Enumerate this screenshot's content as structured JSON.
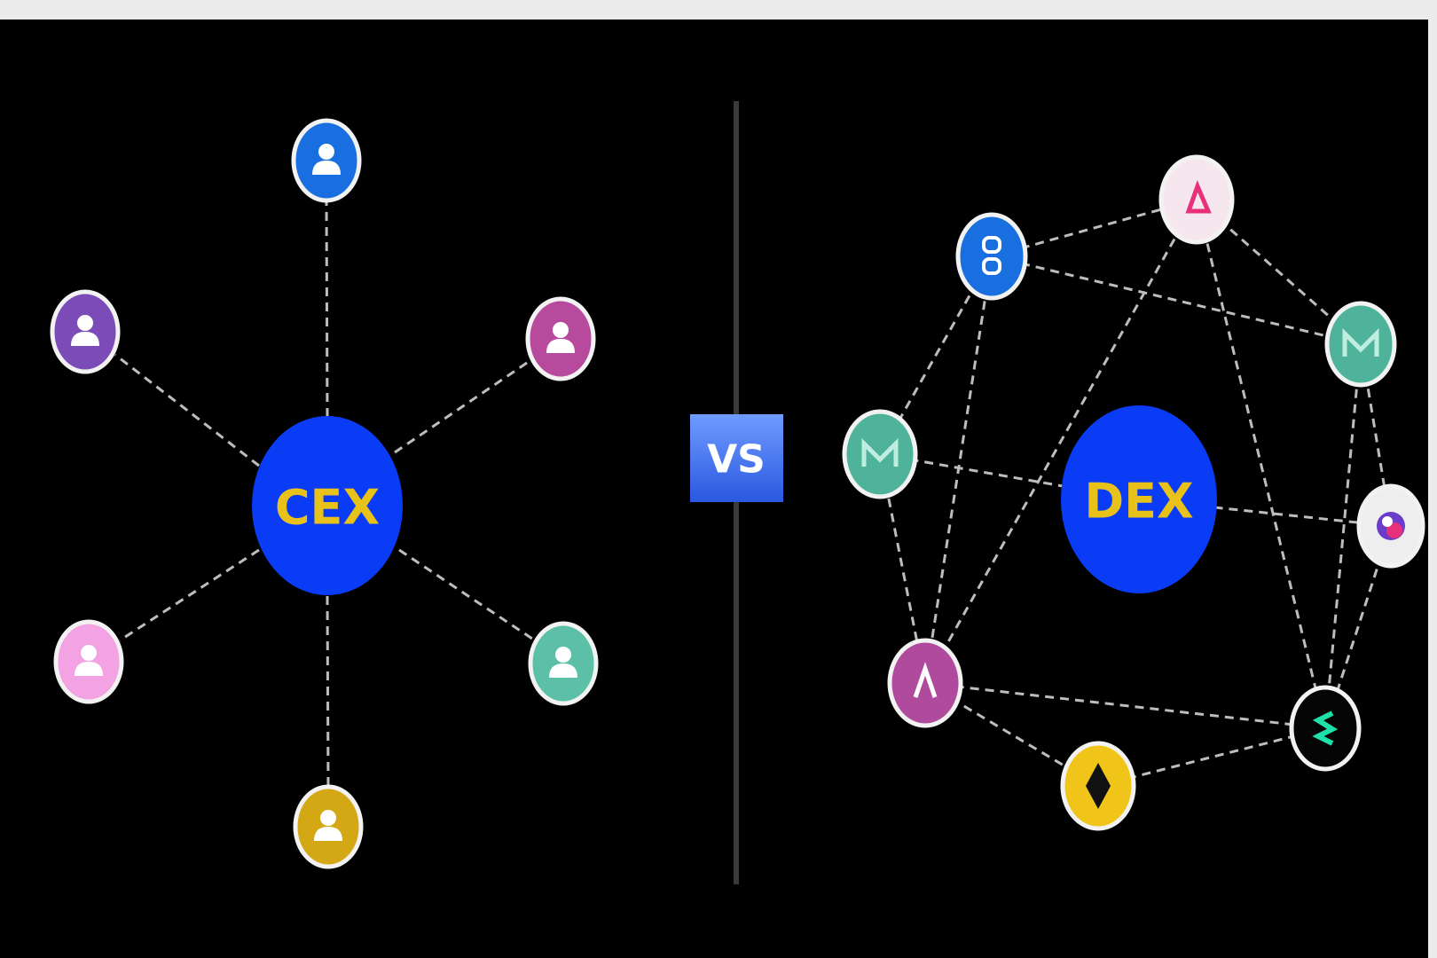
{
  "diagram": {
    "left_hub": "CEX",
    "right_hub": "DEX",
    "divider_label": "VS"
  },
  "colors": {
    "background": "#000000",
    "hub": "#0a3cf5",
    "hub_text": "#e8c21a",
    "vs_box": "#3a6ff0"
  },
  "cex_users": [
    {
      "icon": "user-icon",
      "color": "#1a6fe0"
    },
    {
      "icon": "user-icon",
      "color": "#b84a9e"
    },
    {
      "icon": "user-icon",
      "color": "#5cbfa8"
    },
    {
      "icon": "user-icon",
      "color": "#d4a814"
    },
    {
      "icon": "user-icon",
      "color": "#f3a3e3"
    },
    {
      "icon": "user-icon",
      "color": "#7b4bb8"
    }
  ],
  "dex_tokens": [
    {
      "icon": "chainlink-icon",
      "color": "#1a6fe0"
    },
    {
      "icon": "uniswap-icon",
      "color": "#f6e6ee"
    },
    {
      "icon": "maker-icon",
      "color": "#4fb39c"
    },
    {
      "icon": "maker-icon",
      "color": "#4fb39c"
    },
    {
      "icon": "swirl-token-icon",
      "color": "#eeeeee"
    },
    {
      "icon": "arbitrum-icon",
      "color": "#b04a9c"
    },
    {
      "icon": "ethereum-icon",
      "color": "#f0c419"
    },
    {
      "icon": "synthetix-icon",
      "color": "#050505"
    }
  ]
}
